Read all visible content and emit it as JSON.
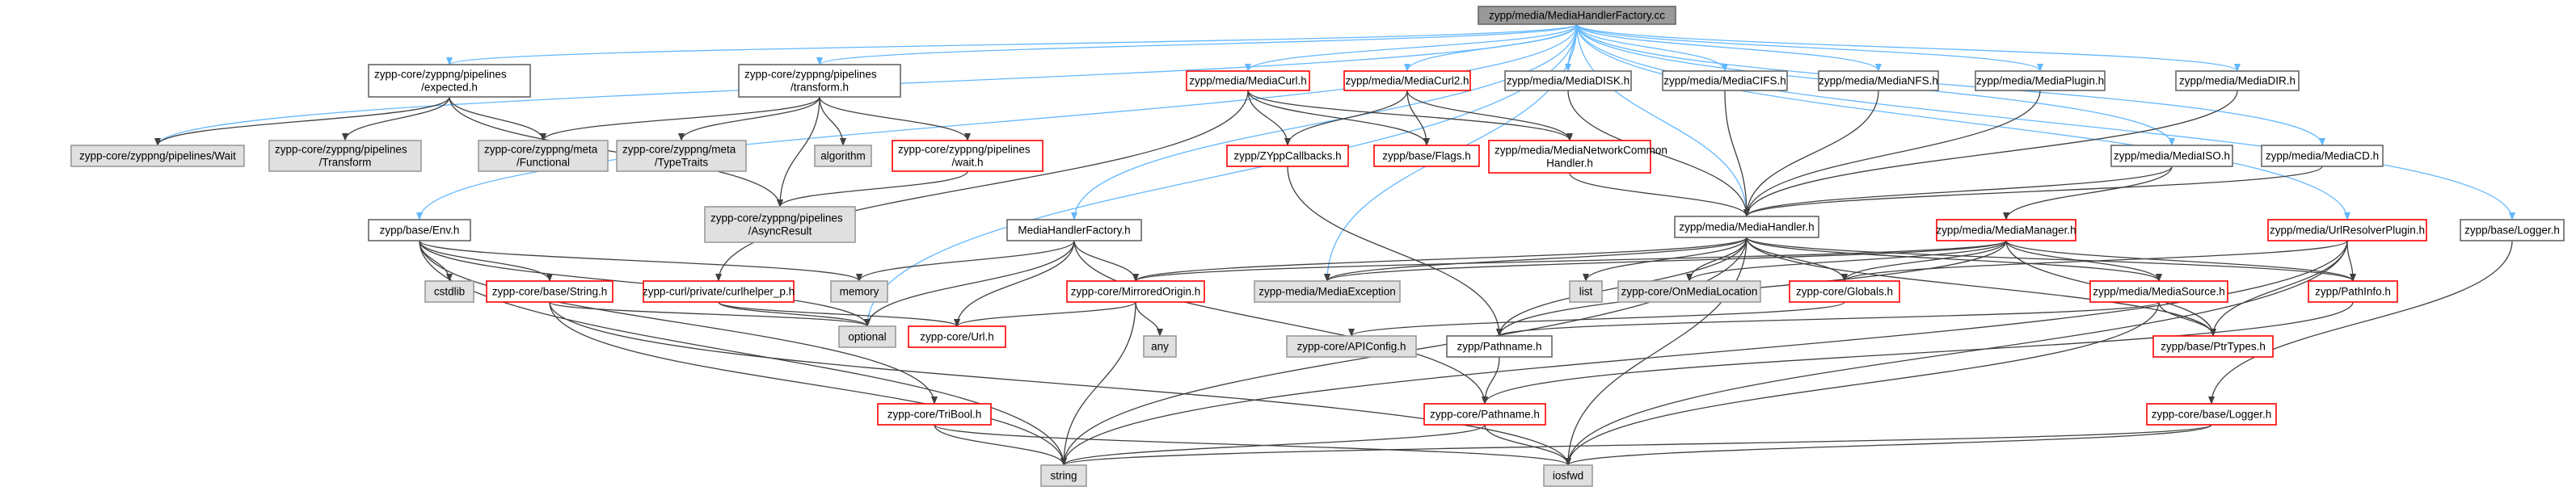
{
  "colors": {
    "root_fill": "#999999",
    "root_stroke": "#666666",
    "normal_fill": "#ffffff",
    "normal_stroke": "#666666",
    "red_stroke": "#ff0000",
    "gray_fill": "#e0e0e0",
    "gray_stroke": "#999999",
    "edge_blue": "#63b8ff",
    "edge_red": "#ff0000",
    "edge_gray": "#999999",
    "edge_dark": "#404040"
  },
  "nodes": [
    {
      "id": "root",
      "style": "root",
      "lines": [
        "zypp/media/MediaHandlerFactory.cc"
      ]
    },
    {
      "id": "pipe_expected",
      "style": "normal",
      "lines": [
        "zypp-core/zyppng/pipelines",
        "/expected.h"
      ]
    },
    {
      "id": "pipe_transform",
      "style": "normal",
      "lines": [
        "zypp-core/zyppng/pipelines",
        "/transform.h"
      ]
    },
    {
      "id": "curl_h",
      "style": "red",
      "lines": [
        "zypp/media/MediaCurl.h"
      ]
    },
    {
      "id": "curl2_h",
      "style": "red",
      "lines": [
        "zypp/media/MediaCurl2.h"
      ]
    },
    {
      "id": "disk_h",
      "style": "normal",
      "lines": [
        "zypp/media/MediaDISK.h"
      ]
    },
    {
      "id": "cifs_h",
      "style": "normal",
      "lines": [
        "zypp/media/MediaCIFS.h"
      ]
    },
    {
      "id": "nfs_h",
      "style": "normal",
      "lines": [
        "zypp/media/MediaNFS.h"
      ]
    },
    {
      "id": "plugin_h",
      "style": "normal",
      "lines": [
        "zypp/media/MediaPlugin.h"
      ]
    },
    {
      "id": "dir_h",
      "style": "normal",
      "lines": [
        "zypp/media/MediaDIR.h"
      ]
    },
    {
      "id": "pipe_wait",
      "style": "gray",
      "lines": [
        "zypp-core/zyppng/pipelines/Wait"
      ]
    },
    {
      "id": "pipe_Transform",
      "style": "gray",
      "lines": [
        "zypp-core/zyppng/pipelines",
        "/Transform"
      ]
    },
    {
      "id": "meta_functional",
      "style": "gray",
      "lines": [
        "zypp-core/zyppng/meta",
        "/Functional"
      ]
    },
    {
      "id": "meta_typetraits",
      "style": "gray",
      "lines": [
        "zypp-core/zyppng/meta",
        "/TypeTraits"
      ]
    },
    {
      "id": "algorithm",
      "style": "gray",
      "lines": [
        "algorithm"
      ]
    },
    {
      "id": "pipe_wait_h",
      "style": "red",
      "lines": [
        "zypp-core/zyppng/pipelines",
        "/wait.h"
      ]
    },
    {
      "id": "zypp_callbacks",
      "style": "red",
      "lines": [
        "zypp/ZYppCallbacks.h"
      ]
    },
    {
      "id": "base_flags",
      "style": "red",
      "lines": [
        "zypp/base/Flags.h"
      ]
    },
    {
      "id": "net_common",
      "style": "red",
      "lines": [
        "zypp/media/MediaNetworkCommon",
        "Handler.h"
      ]
    },
    {
      "id": "iso_h",
      "style": "normal",
      "lines": [
        "zypp/media/MediaISO.h"
      ]
    },
    {
      "id": "cd_h",
      "style": "normal",
      "lines": [
        "zypp/media/MediaCD.h"
      ]
    },
    {
      "id": "async_result",
      "style": "gray",
      "lines": [
        "zypp-core/zyppng/pipelines",
        "/AsyncResult"
      ]
    },
    {
      "id": "media_handler",
      "style": "normal",
      "lines": [
        "zypp/media/MediaHandler.h"
      ]
    },
    {
      "id": "base_env",
      "style": "normal",
      "lines": [
        "zypp/base/Env.h"
      ]
    },
    {
      "id": "mhf_h",
      "style": "normal",
      "lines": [
        "MediaHandlerFactory.h"
      ]
    },
    {
      "id": "media_manager",
      "style": "red",
      "lines": [
        "zypp/media/MediaManager.h"
      ]
    },
    {
      "id": "url_resolver",
      "style": "red",
      "lines": [
        "zypp/media/UrlResolverPlugin.h"
      ]
    },
    {
      "id": "base_logger_h",
      "style": "normal",
      "lines": [
        "zypp/base/Logger.h"
      ]
    },
    {
      "id": "cstdlib",
      "style": "gray",
      "lines": [
        "cstdlib"
      ]
    },
    {
      "id": "core_string",
      "style": "red",
      "lines": [
        "zypp-core/base/String.h"
      ]
    },
    {
      "id": "curlhelper",
      "style": "red",
      "lines": [
        "zypp-curl/private/curlhelper_p.h"
      ]
    },
    {
      "id": "memory",
      "style": "gray",
      "lines": [
        "memory"
      ]
    },
    {
      "id": "mirrored_origin",
      "style": "red",
      "lines": [
        "zypp-core/MirroredOrigin.h"
      ]
    },
    {
      "id": "media_exception",
      "style": "gray",
      "lines": [
        "zypp-media/MediaException"
      ]
    },
    {
      "id": "list",
      "style": "gray",
      "lines": [
        "list"
      ]
    },
    {
      "id": "on_media_location",
      "style": "gray",
      "lines": [
        "zypp-core/OnMediaLocation"
      ]
    },
    {
      "id": "core_globals",
      "style": "red",
      "lines": [
        "zypp-core/Globals.h"
      ]
    },
    {
      "id": "media_source",
      "style": "red",
      "lines": [
        "zypp/media/MediaSource.h"
      ]
    },
    {
      "id": "path_info",
      "style": "red",
      "lines": [
        "zypp/PathInfo.h"
      ]
    },
    {
      "id": "optional",
      "style": "gray",
      "lines": [
        "optional"
      ]
    },
    {
      "id": "core_url",
      "style": "red",
      "lines": [
        "zypp-core/Url.h"
      ]
    },
    {
      "id": "any",
      "style": "gray",
      "lines": [
        "any"
      ]
    },
    {
      "id": "apiconfig",
      "style": "gray",
      "lines": [
        "zypp-core/APIConfig.h"
      ]
    },
    {
      "id": "zypp_pathname",
      "style": "normal",
      "lines": [
        "zypp/Pathname.h"
      ]
    },
    {
      "id": "base_ptrtypes",
      "style": "red",
      "lines": [
        "zypp/base/PtrTypes.h"
      ]
    },
    {
      "id": "tribool",
      "style": "red",
      "lines": [
        "zypp-core/TriBool.h"
      ]
    },
    {
      "id": "core_pathname",
      "style": "red",
      "lines": [
        "zypp-core/Pathname.h"
      ]
    },
    {
      "id": "core_logger",
      "style": "red",
      "lines": [
        "zypp-core/base/Logger.h"
      ]
    },
    {
      "id": "string",
      "style": "gray",
      "lines": [
        "string"
      ]
    },
    {
      "id": "iosfwd",
      "style": "gray",
      "lines": [
        "iosfwd"
      ]
    }
  ],
  "edges": [
    {
      "from": "root",
      "to": "pipe_expected",
      "color": "blue"
    },
    {
      "from": "root",
      "to": "pipe_transform",
      "color": "blue"
    },
    {
      "from": "root",
      "to": "curl_h",
      "color": "blue"
    },
    {
      "from": "root",
      "to": "curl2_h",
      "color": "blue"
    },
    {
      "from": "root",
      "to": "disk_h",
      "color": "blue"
    },
    {
      "from": "root",
      "to": "cifs_h",
      "color": "blue"
    },
    {
      "from": "root",
      "to": "nfs_h",
      "color": "blue"
    },
    {
      "from": "root",
      "to": "plugin_h",
      "color": "blue"
    },
    {
      "from": "root",
      "to": "dir_h",
      "color": "blue"
    },
    {
      "from": "root",
      "to": "iso_h",
      "color": "blue"
    },
    {
      "from": "root",
      "to": "cd_h",
      "color": "blue"
    },
    {
      "from": "root",
      "to": "base_env",
      "color": "blue"
    },
    {
      "from": "root",
      "to": "mhf_h",
      "color": "blue"
    },
    {
      "from": "root",
      "to": "url_resolver",
      "color": "blue"
    },
    {
      "from": "root",
      "to": "base_logger_h",
      "color": "blue"
    },
    {
      "from": "root",
      "to": "media_handler",
      "color": "blue"
    },
    {
      "from": "root",
      "to": "media_exception",
      "color": "blue"
    },
    {
      "from": "root",
      "to": "optional",
      "color": "blue"
    },
    {
      "from": "root",
      "to": "pipe_wait",
      "color": "blue"
    },
    {
      "from": "pipe_expected",
      "to": "pipe_wait",
      "color": "dark"
    },
    {
      "from": "pipe_expected",
      "to": "pipe_Transform",
      "color": "dark"
    },
    {
      "from": "pipe_expected",
      "to": "meta_functional",
      "color": "dark"
    },
    {
      "from": "pipe_expected",
      "to": "async_result",
      "color": "dark"
    },
    {
      "from": "pipe_transform",
      "to": "meta_functional",
      "color": "dark"
    },
    {
      "from": "pipe_transform",
      "to": "meta_typetraits",
      "color": "dark"
    },
    {
      "from": "pipe_transform",
      "to": "algorithm",
      "color": "dark"
    },
    {
      "from": "pipe_transform",
      "to": "pipe_wait_h",
      "color": "dark"
    },
    {
      "from": "pipe_transform",
      "to": "async_result",
      "color": "dark"
    },
    {
      "from": "pipe_wait_h",
      "to": "async_result",
      "color": "dark"
    },
    {
      "from": "curl_h",
      "to": "zypp_callbacks",
      "color": "dark"
    },
    {
      "from": "curl_h",
      "to": "base_flags",
      "color": "dark"
    },
    {
      "from": "curl_h",
      "to": "net_common",
      "color": "dark"
    },
    {
      "from": "curl_h",
      "to": "curlhelper",
      "color": "dark"
    },
    {
      "from": "curl2_h",
      "to": "zypp_callbacks",
      "color": "dark"
    },
    {
      "from": "curl2_h",
      "to": "base_flags",
      "color": "dark"
    },
    {
      "from": "curl2_h",
      "to": "net_common",
      "color": "dark"
    },
    {
      "from": "net_common",
      "to": "media_handler",
      "color": "dark"
    },
    {
      "from": "disk_h",
      "to": "media_handler",
      "color": "dark"
    },
    {
      "from": "cifs_h",
      "to": "media_handler",
      "color": "dark"
    },
    {
      "from": "nfs_h",
      "to": "media_handler",
      "color": "dark"
    },
    {
      "from": "plugin_h",
      "to": "media_handler",
      "color": "dark"
    },
    {
      "from": "dir_h",
      "to": "media_handler",
      "color": "dark"
    },
    {
      "from": "iso_h",
      "to": "media_handler",
      "color": "dark"
    },
    {
      "from": "iso_h",
      "to": "media_manager",
      "color": "dark"
    },
    {
      "from": "cd_h",
      "to": "media_handler",
      "color": "dark"
    },
    {
      "from": "zypp_callbacks",
      "to": "zypp_pathname",
      "color": "dark"
    },
    {
      "from": "media_handler",
      "to": "string",
      "color": "dark"
    },
    {
      "from": "media_handler",
      "to": "media_exception",
      "color": "dark"
    },
    {
      "from": "media_handler",
      "to": "mirrored_origin",
      "color": "dark"
    },
    {
      "from": "media_handler",
      "to": "list",
      "color": "dark"
    },
    {
      "from": "media_handler",
      "to": "on_media_location",
      "color": "dark"
    },
    {
      "from": "media_handler",
      "to": "core_globals",
      "color": "dark"
    },
    {
      "from": "media_handler",
      "to": "media_source",
      "color": "dark"
    },
    {
      "from": "media_handler",
      "to": "path_info",
      "color": "dark"
    },
    {
      "from": "media_handler",
      "to": "zypp_pathname",
      "color": "dark"
    },
    {
      "from": "media_handler",
      "to": "base_ptrtypes",
      "color": "dark"
    },
    {
      "from": "media_handler",
      "to": "iosfwd",
      "color": "dark"
    },
    {
      "from": "media_manager",
      "to": "mirrored_origin",
      "color": "dark"
    },
    {
      "from": "media_manager",
      "to": "media_exception",
      "color": "dark"
    },
    {
      "from": "media_manager",
      "to": "on_media_location",
      "color": "dark"
    },
    {
      "from": "media_manager",
      "to": "core_globals",
      "color": "dark"
    },
    {
      "from": "media_manager",
      "to": "media_source",
      "color": "dark"
    },
    {
      "from": "media_manager",
      "to": "path_info",
      "color": "dark"
    },
    {
      "from": "media_manager",
      "to": "base_ptrtypes",
      "color": "dark"
    },
    {
      "from": "media_manager",
      "to": "zypp_pathname",
      "color": "dark"
    },
    {
      "from": "url_resolver",
      "to": "core_globals",
      "color": "dark"
    },
    {
      "from": "url_resolver",
      "to": "path_info",
      "color": "dark"
    },
    {
      "from": "url_resolver",
      "to": "base_ptrtypes",
      "color": "dark"
    },
    {
      "from": "url_resolver",
      "to": "iosfwd",
      "color": "dark"
    },
    {
      "from": "url_resolver",
      "to": "string",
      "color": "dark"
    },
    {
      "from": "base_logger_h",
      "to": "core_logger",
      "color": "dark"
    },
    {
      "from": "base_env",
      "to": "cstdlib",
      "color": "dark"
    },
    {
      "from": "base_env",
      "to": "core_string",
      "color": "dark"
    },
    {
      "from": "base_env",
      "to": "memory",
      "color": "dark"
    },
    {
      "from": "base_env",
      "to": "optional",
      "color": "dark"
    },
    {
      "from": "base_env",
      "to": "tribool",
      "color": "dark"
    },
    {
      "from": "base_env",
      "to": "string",
      "color": "dark"
    },
    {
      "from": "mhf_h",
      "to": "memory",
      "color": "dark"
    },
    {
      "from": "mhf_h",
      "to": "mirrored_origin",
      "color": "dark"
    },
    {
      "from": "mhf_h",
      "to": "optional",
      "color": "dark"
    },
    {
      "from": "mhf_h",
      "to": "core_url",
      "color": "dark"
    },
    {
      "from": "mhf_h",
      "to": "core_pathname",
      "color": "dark"
    },
    {
      "from": "core_string",
      "to": "optional",
      "color": "dark"
    },
    {
      "from": "core_string",
      "to": "string",
      "color": "dark"
    },
    {
      "from": "core_string",
      "to": "iosfwd",
      "color": "dark"
    },
    {
      "from": "curlhelper",
      "to": "optional",
      "color": "dark"
    },
    {
      "from": "curlhelper",
      "to": "core_url",
      "color": "dark"
    },
    {
      "from": "mirrored_origin",
      "to": "core_url",
      "color": "dark"
    },
    {
      "from": "mirrored_origin",
      "to": "any",
      "color": "dark"
    },
    {
      "from": "mirrored_origin",
      "to": "string",
      "color": "dark"
    },
    {
      "from": "core_globals",
      "to": "apiconfig",
      "color": "dark"
    },
    {
      "from": "media_source",
      "to": "base_ptrtypes",
      "color": "dark"
    },
    {
      "from": "media_source",
      "to": "zypp_pathname",
      "color": "dark"
    },
    {
      "from": "media_source",
      "to": "iosfwd",
      "color": "dark"
    },
    {
      "from": "path_info",
      "to": "core_pathname",
      "color": "dark"
    },
    {
      "from": "zypp_pathname",
      "to": "core_pathname",
      "color": "dark"
    },
    {
      "from": "core_pathname",
      "to": "string",
      "color": "dark"
    },
    {
      "from": "core_pathname",
      "to": "iosfwd",
      "color": "dark"
    },
    {
      "from": "tribool",
      "to": "string",
      "color": "dark"
    },
    {
      "from": "tribool",
      "to": "iosfwd",
      "color": "dark"
    },
    {
      "from": "core_logger",
      "to": "string",
      "color": "dark"
    },
    {
      "from": "core_logger",
      "to": "iosfwd",
      "color": "dark"
    }
  ]
}
